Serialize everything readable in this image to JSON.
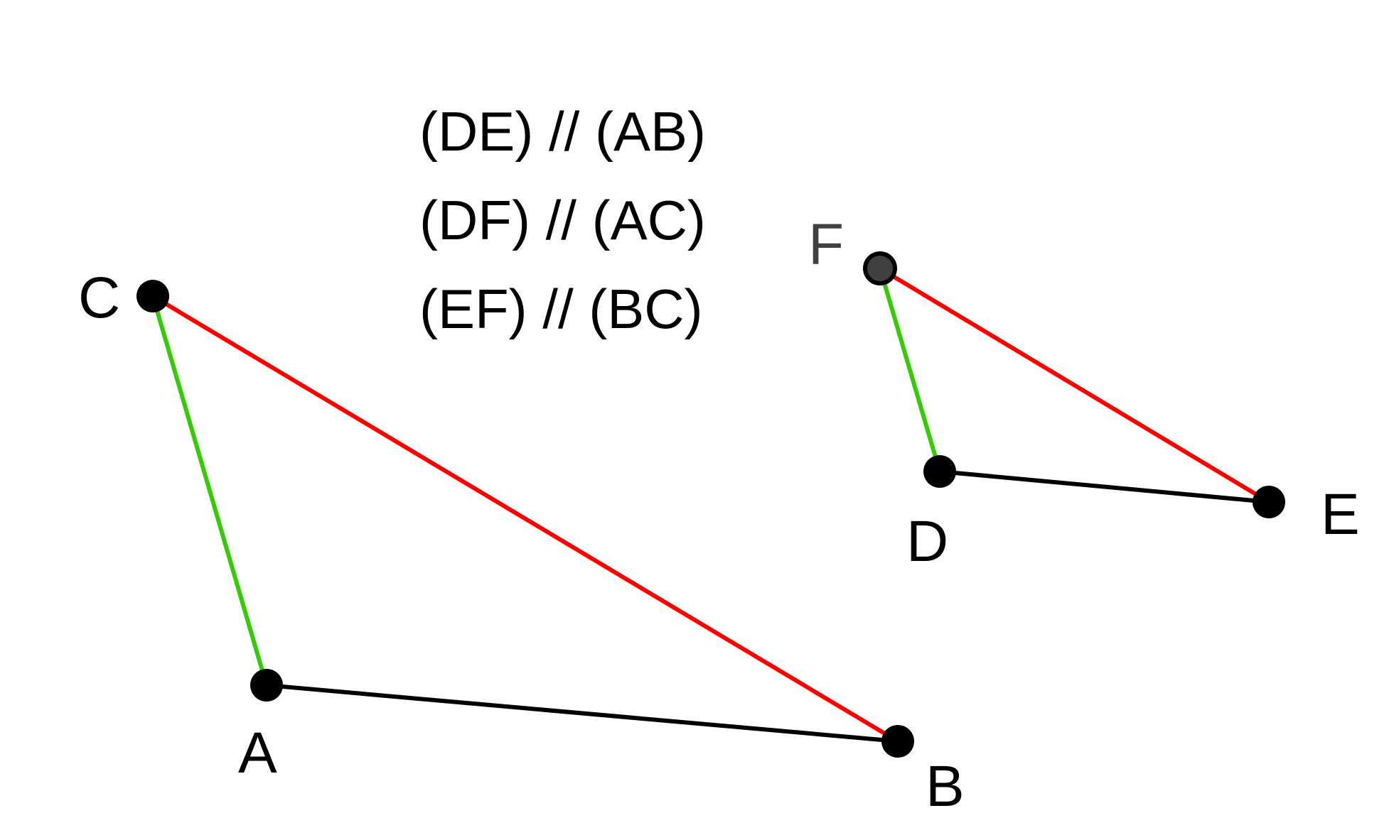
{
  "statements": [
    "(DE) // (AB)",
    "(DF) // (AC)",
    "(EF) // (BC)"
  ],
  "points": {
    "A": {
      "label": "A"
    },
    "B": {
      "label": "B"
    },
    "C": {
      "label": "C"
    },
    "D": {
      "label": "D"
    },
    "E": {
      "label": "E"
    },
    "F": {
      "label": "F"
    }
  },
  "colors": {
    "green_segment": "#33cc00",
    "red_segment": "#ff0000",
    "black_segment": "#000000",
    "point_fill": "#000000",
    "point_f_fill": "#404040"
  }
}
